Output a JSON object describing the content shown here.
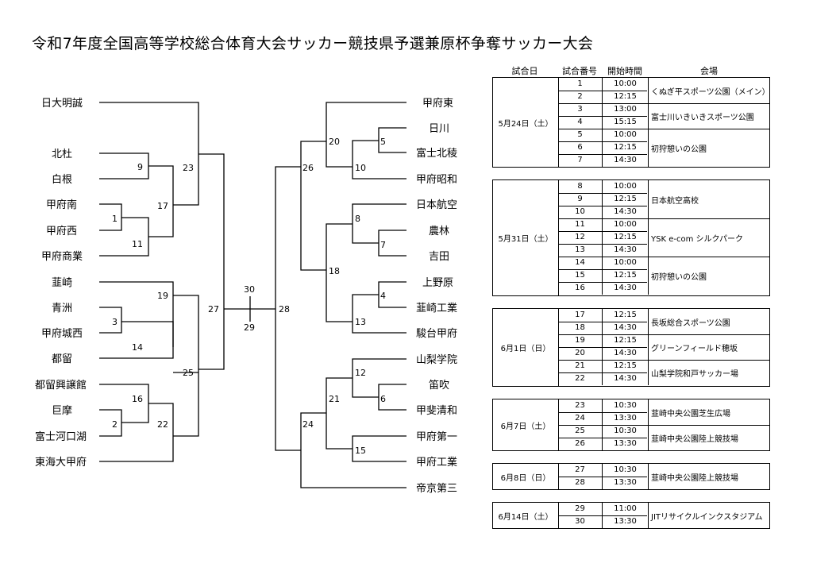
{
  "title": "令和7年度全国高等学校総合体育大会サッカー競技県予選兼原杯争奪サッカー大会",
  "bracket": {
    "left_teams": [
      "日大明誠",
      "北杜",
      "白根",
      "甲府南",
      "甲府西",
      "甲府商業",
      "韮崎",
      "青洲",
      "甲府城西",
      "都留",
      "都留興譲館",
      "巨摩",
      "富士河口湖",
      "東海大甲府"
    ],
    "right_teams": [
      "甲府東",
      "日川",
      "富士北稜",
      "甲府昭和",
      "日本航空",
      "農林",
      "吉田",
      "上野原",
      "韮崎工業",
      "駿台甲府",
      "山梨学院",
      "笛吹",
      "甲斐清和",
      "甲府第一",
      "甲府工業",
      "帝京第三"
    ],
    "match_numbers": {
      "m1": "1",
      "m2": "2",
      "m3": "3",
      "m4": "4",
      "m5": "5",
      "m6": "6",
      "m7": "7",
      "m8": "8",
      "m9": "9",
      "m10": "10",
      "m11": "11",
      "m12": "12",
      "m13": "13",
      "m14": "14",
      "m15": "15",
      "m16": "16",
      "m17": "17",
      "m18": "18",
      "m19": "19",
      "m20": "20",
      "m21": "21",
      "m22": "22",
      "m23": "23",
      "m24": "24",
      "m25": "25",
      "m26": "26",
      "m27": "27",
      "m28": "28",
      "m29": "29",
      "m30": "30"
    }
  },
  "schedule": {
    "headers": {
      "date": "試合日",
      "number": "試合番号",
      "time": "開始時間",
      "venue": "会場"
    },
    "blocks": [
      {
        "date": "5月24日（土）",
        "rows": [
          [
            "1",
            "10:00"
          ],
          [
            "2",
            "12:15"
          ],
          [
            "3",
            "13:00"
          ],
          [
            "4",
            "15:15"
          ],
          [
            "5",
            "10:00"
          ],
          [
            "6",
            "12:15"
          ],
          [
            "7",
            "14:30"
          ]
        ],
        "venues": [
          "くぬぎ平スポーツ公園（メイン）",
          "富士川いきいきスポーツ公園",
          "初狩憩いの公園"
        ]
      },
      {
        "date": "5月31日（土）",
        "rows": [
          [
            "8",
            "10:00"
          ],
          [
            "9",
            "12:15"
          ],
          [
            "10",
            "14:30"
          ],
          [
            "11",
            "10:00"
          ],
          [
            "12",
            "12:15"
          ],
          [
            "13",
            "14:30"
          ],
          [
            "14",
            "10:00"
          ],
          [
            "15",
            "12:15"
          ],
          [
            "16",
            "14:30"
          ]
        ],
        "venues": [
          "日本航空高校",
          "YSK e-com シルクパーク",
          "初狩憩いの公園"
        ]
      },
      {
        "date": "6月1日（日）",
        "rows": [
          [
            "17",
            "12:15"
          ],
          [
            "18",
            "14:30"
          ],
          [
            "19",
            "12:15"
          ],
          [
            "20",
            "14:30"
          ],
          [
            "21",
            "12:15"
          ],
          [
            "22",
            "14:30"
          ]
        ],
        "venues": [
          "長坂総合スポーツ公園",
          "グリーンフィールド穂坂",
          "山梨学院和戸サッカー場"
        ]
      },
      {
        "date": "6月7日（土）",
        "rows": [
          [
            "23",
            "10:30"
          ],
          [
            "24",
            "13:30"
          ],
          [
            "25",
            "10:30"
          ],
          [
            "26",
            "13:30"
          ]
        ],
        "venues": [
          "韮崎中央公園芝生広場",
          "韮崎中央公園陸上競技場"
        ]
      },
      {
        "date": "6月8日（日）",
        "rows": [
          [
            "27",
            "10:30"
          ],
          [
            "28",
            "13:30"
          ]
        ],
        "venues": [
          "韮崎中央公園陸上競技場"
        ]
      },
      {
        "date": "6月14日（土）",
        "rows": [
          [
            "29",
            "11:00"
          ],
          [
            "30",
            "13:30"
          ]
        ],
        "venues": [
          "JITリサイクルインクスタジアム"
        ]
      }
    ]
  }
}
